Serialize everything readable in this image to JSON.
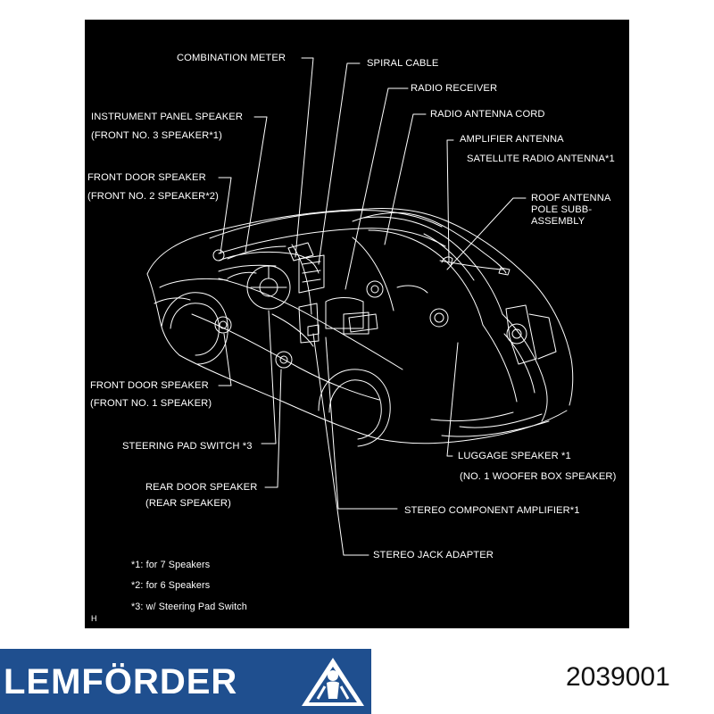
{
  "labels": {
    "combination_meter": "COMBINATION METER",
    "spiral_cable": "SPIRAL CABLE",
    "radio_receiver": "RADIO RECEIVER",
    "instrument_panel_speaker": "INSTRUMENT PANEL SPEAKER",
    "instrument_panel_speaker_sub": "(FRONT NO. 3 SPEAKER*1)",
    "radio_antenna_cord": "RADIO ANTENNA CORD",
    "amplifier_antenna": "AMPLIFIER ANTENNA",
    "satellite_radio_antenna": "SATELLITE RADIO ANTENNA*1",
    "front_door_speaker_upper": "FRONT DOOR SPEAKER",
    "front_door_speaker_upper_sub": "(FRONT NO. 2 SPEAKER*2)",
    "roof_antenna_line1": "ROOF ANTENNA",
    "roof_antenna_line2": "POLE SUBB-",
    "roof_antenna_line3": "ASSEMBLY",
    "front_door_speaker_lower": "FRONT DOOR SPEAKER",
    "front_door_speaker_lower_sub": "(FRONT NO. 1 SPEAKER)",
    "steering_pad_switch": "STEERING PAD SWITCH *3",
    "luggage_speaker": "LUGGAGE SPEAKER *1",
    "luggage_speaker_sub": "(NO. 1 WOOFER BOX SPEAKER)",
    "rear_door_speaker": "REAR DOOR SPEAKER",
    "rear_door_speaker_sub": "(REAR SPEAKER)",
    "stereo_component_amplifier": "STEREO COMPONENT AMPLIFIER*1",
    "stereo_jack_adapter": "STEREO JACK ADAPTER"
  },
  "notes": {
    "note1": "*1: for 7 Speakers",
    "note2": "*2: for 6 Speakers",
    "note3": "*3: w/ Steering Pad Switch"
  },
  "corner_mark": "H",
  "brand": {
    "name": "LEMFÖRDER",
    "bar_color": "#1f4f8f"
  },
  "part_number": "2039001"
}
